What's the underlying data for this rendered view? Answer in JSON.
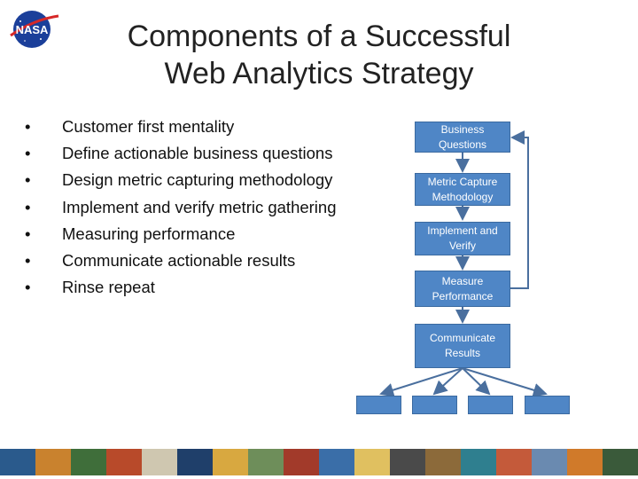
{
  "logo": {
    "text": "NASA"
  },
  "title": {
    "line1": "Components of a Successful",
    "line2": "Web Analytics Strategy"
  },
  "bullets": [
    "Customer first mentality",
    "Define actionable business questions",
    "Design metric capturing methodology",
    "Implement and verify metric gathering",
    "Measuring performance",
    "Communicate actionable results",
    "Rinse repeat"
  ],
  "bullet_glyph": "•",
  "flow": {
    "steps": [
      "Business Questions",
      "Metric Capture Methodology",
      "Implement and Verify",
      "Measure Performance",
      "Communicate Results"
    ],
    "colors": {
      "box": "#4f86c6",
      "border": "#3b6aa0",
      "arrow": "#4a6f9e"
    }
  },
  "imagery_strip_colors": [
    "#2a5a8c",
    "#c9822e",
    "#3f6e3a",
    "#b84a2a",
    "#cfc7b0",
    "#1f3f6a",
    "#d8a840",
    "#6e8e5a",
    "#a23a2a",
    "#3a6ea8",
    "#e0c060",
    "#4a4a4a",
    "#8c6a3a",
    "#2f7f8f",
    "#c45a3a",
    "#6a8ab0",
    "#d07a2a",
    "#3a5a3a"
  ]
}
